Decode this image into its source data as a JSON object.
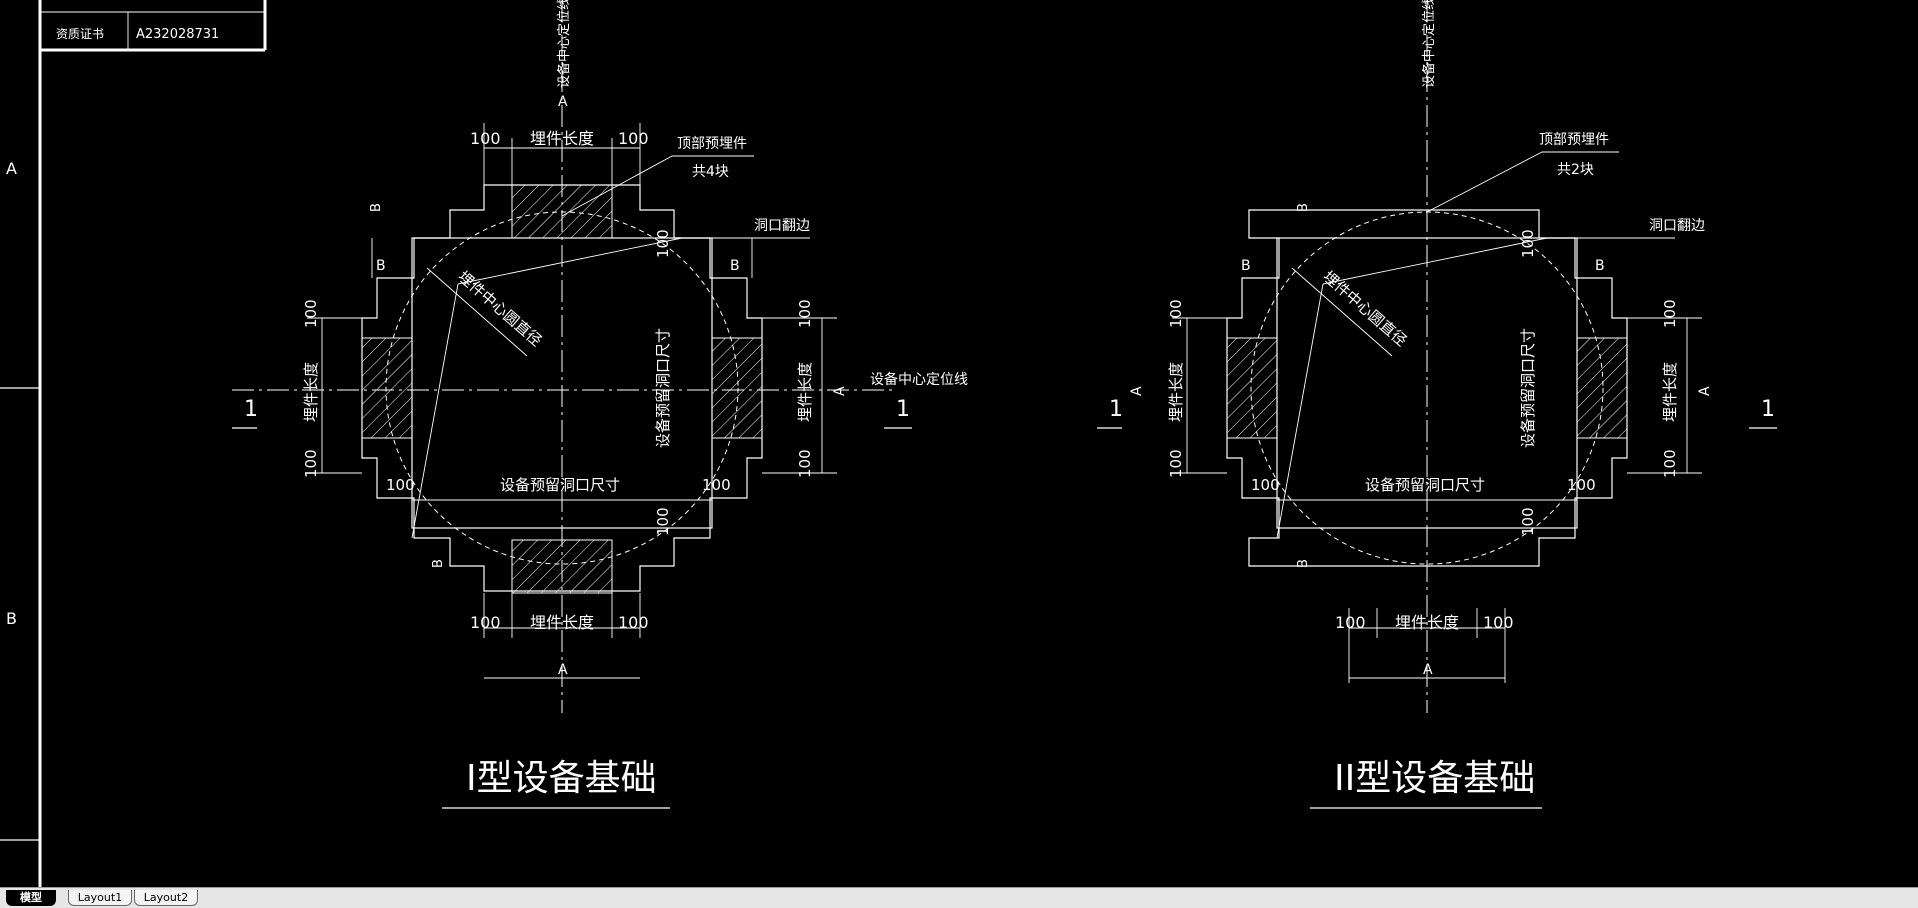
{
  "title_block": {
    "cert_label": "资质证书",
    "cert_number": "A232028731"
  },
  "grid_labels": [
    "A",
    "B"
  ],
  "drawings": [
    {
      "name": "I型设备基础",
      "embed_note_line1": "顶部预埋件",
      "embed_note_line2": "共4块",
      "edge_note": "洞口翻边",
      "center_line_label": "设备中心定位线",
      "center_circle_label": "埋件中心圆直径",
      "opening_size_label": "设备预留洞口尺寸",
      "embed_length_label": "埋件长度",
      "dim_100": "100",
      "section_a": "A",
      "section_b": "B",
      "cut_mark": "1"
    },
    {
      "name": "II型设备基础",
      "embed_note_line1": "顶部预埋件",
      "embed_note_line2": "共2块",
      "edge_note": "洞口翻边",
      "center_line_label": "设备中心定位线",
      "center_circle_label": "埋件中心圆直径",
      "opening_size_label": "设备预留洞口尺寸",
      "embed_length_label": "埋件长度",
      "dim_100": "100",
      "section_a": "A",
      "section_b": "B",
      "cut_mark": "1"
    }
  ],
  "tabs": [
    "模型",
    "Layout1",
    "Layout2"
  ],
  "active_tab": "模型"
}
